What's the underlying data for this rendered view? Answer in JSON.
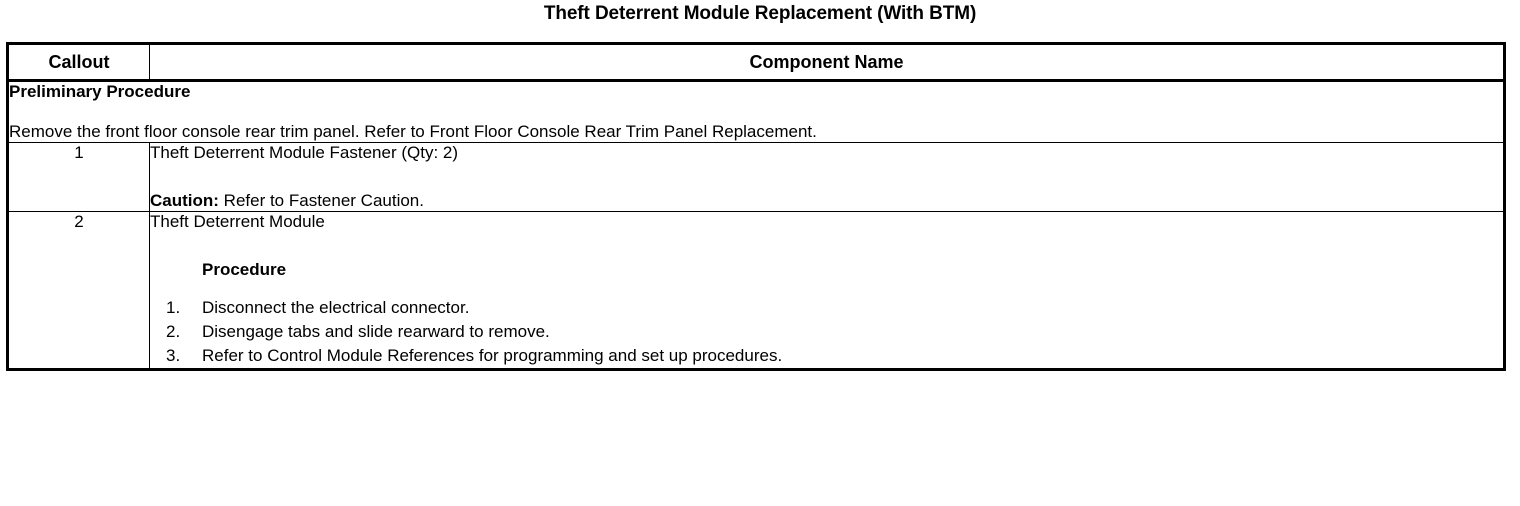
{
  "document": {
    "title": "Theft Deterrent Module Replacement (With BTM)"
  },
  "table": {
    "headers": {
      "callout": "Callout",
      "component_name": "Component Name"
    },
    "preliminary": {
      "heading": "Preliminary Procedure",
      "text": "Remove the front floor console rear trim panel. Refer to Front Floor Console Rear Trim Panel Replacement."
    },
    "rows": [
      {
        "callout": "1",
        "name": "Theft Deterrent Module Fastener (Qty: 2)",
        "caution_label": "Caution:",
        "caution_text": " Refer to Fastener Caution."
      },
      {
        "callout": "2",
        "name": "Theft Deterrent Module",
        "procedure_heading": "Procedure",
        "steps": [
          {
            "num": "1.",
            "text": "Disconnect the electrical connector."
          },
          {
            "num": "2.",
            "text": "Disengage tabs and slide rearward to remove."
          },
          {
            "num": "3.",
            "text": "Refer to Control Module References for programming and set up procedures."
          }
        ]
      }
    ]
  }
}
